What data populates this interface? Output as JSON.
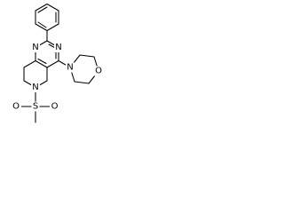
{
  "structure": {
    "atoms": {
      "ring_n_top_left": "N",
      "ring_n_top_right": "N",
      "morpholine_n": "N",
      "morpholine_o": "O",
      "piperidine_n": "N",
      "sulfur": "S",
      "sulfonyl_o_left": "O",
      "sulfonyl_o_right": "O"
    }
  }
}
